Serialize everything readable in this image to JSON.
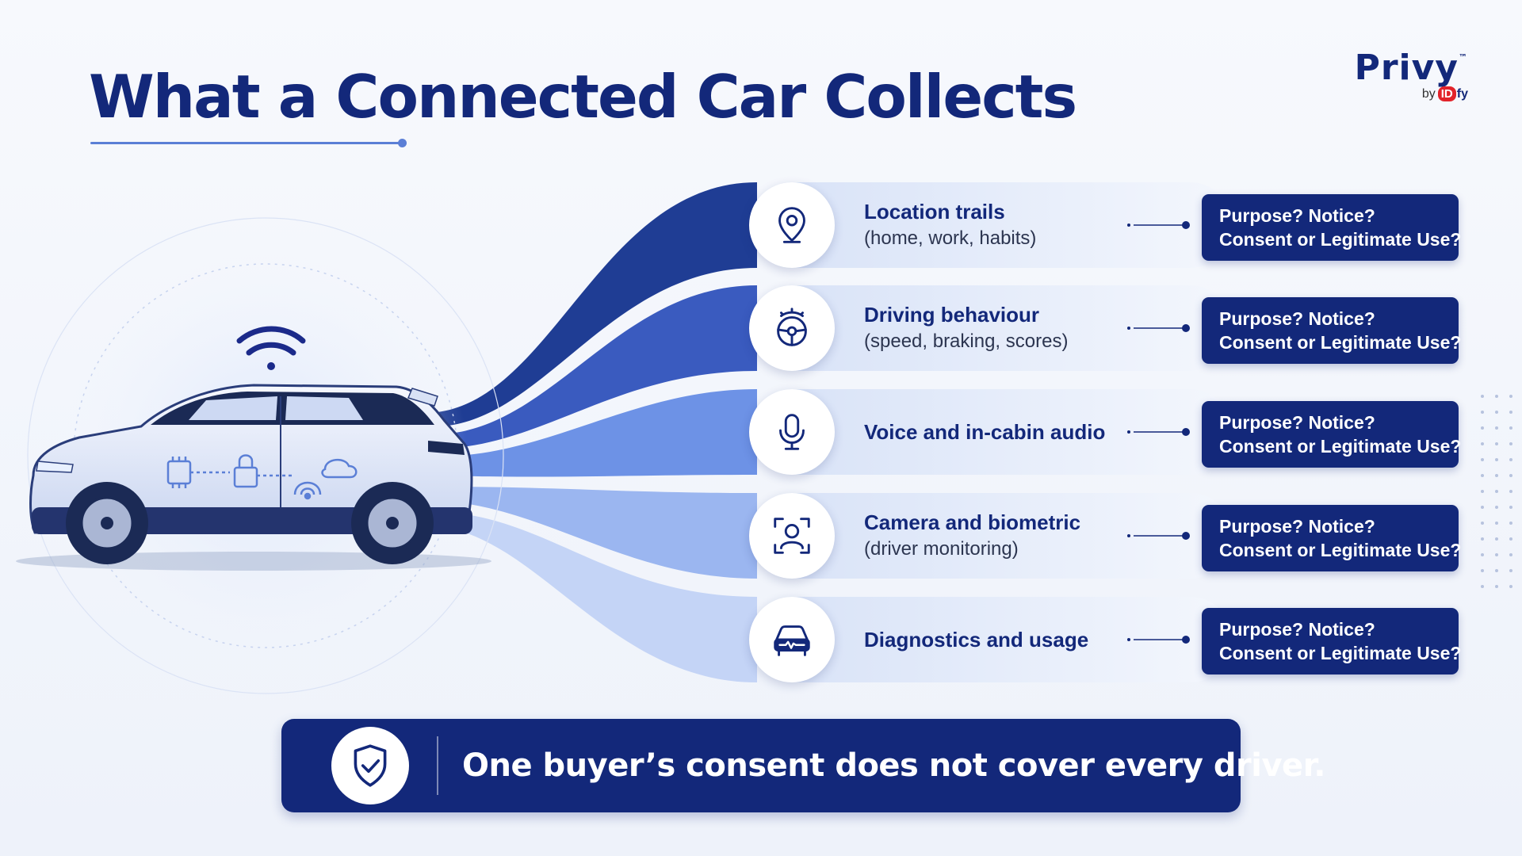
{
  "header": {
    "title": "What a Connected Car Collects"
  },
  "brand": {
    "name": "Privy",
    "trademark": "™",
    "by": "by",
    "partner_id": "ID",
    "partner_suffix": "fy"
  },
  "colors": {
    "navy": "#13287a",
    "accent": "#5b7fd6",
    "partner_red": "#e2232a"
  },
  "categories": [
    {
      "icon": "location-pin-icon",
      "title": "Location trails",
      "subtitle": "(home, work, habits)",
      "card_line1": "Purpose? Notice?",
      "card_line2": "Consent or Legitimate Use?"
    },
    {
      "icon": "steering-wheel-icon",
      "title": "Driving behaviour",
      "subtitle": "(speed, braking, scores)",
      "card_line1": "Purpose? Notice?",
      "card_line2": "Consent or Legitimate Use?"
    },
    {
      "icon": "microphone-icon",
      "title": "Voice and in-cabin audio",
      "subtitle": "",
      "card_line1": "Purpose? Notice?",
      "card_line2": "Consent or Legitimate Use?"
    },
    {
      "icon": "face-scan-icon",
      "title": "Camera and biometric",
      "subtitle": "(driver monitoring)",
      "card_line1": "Purpose? Notice?",
      "card_line2": "Consent or Legitimate Use?"
    },
    {
      "icon": "car-diagnostics-icon",
      "title": "Diagnostics and usage",
      "subtitle": "",
      "card_line1": "Purpose? Notice?",
      "card_line2": "Consent or Legitimate Use?"
    }
  ],
  "banner": {
    "icon": "shield-check-icon",
    "text": "One buyer’s consent does not cover every driver."
  }
}
